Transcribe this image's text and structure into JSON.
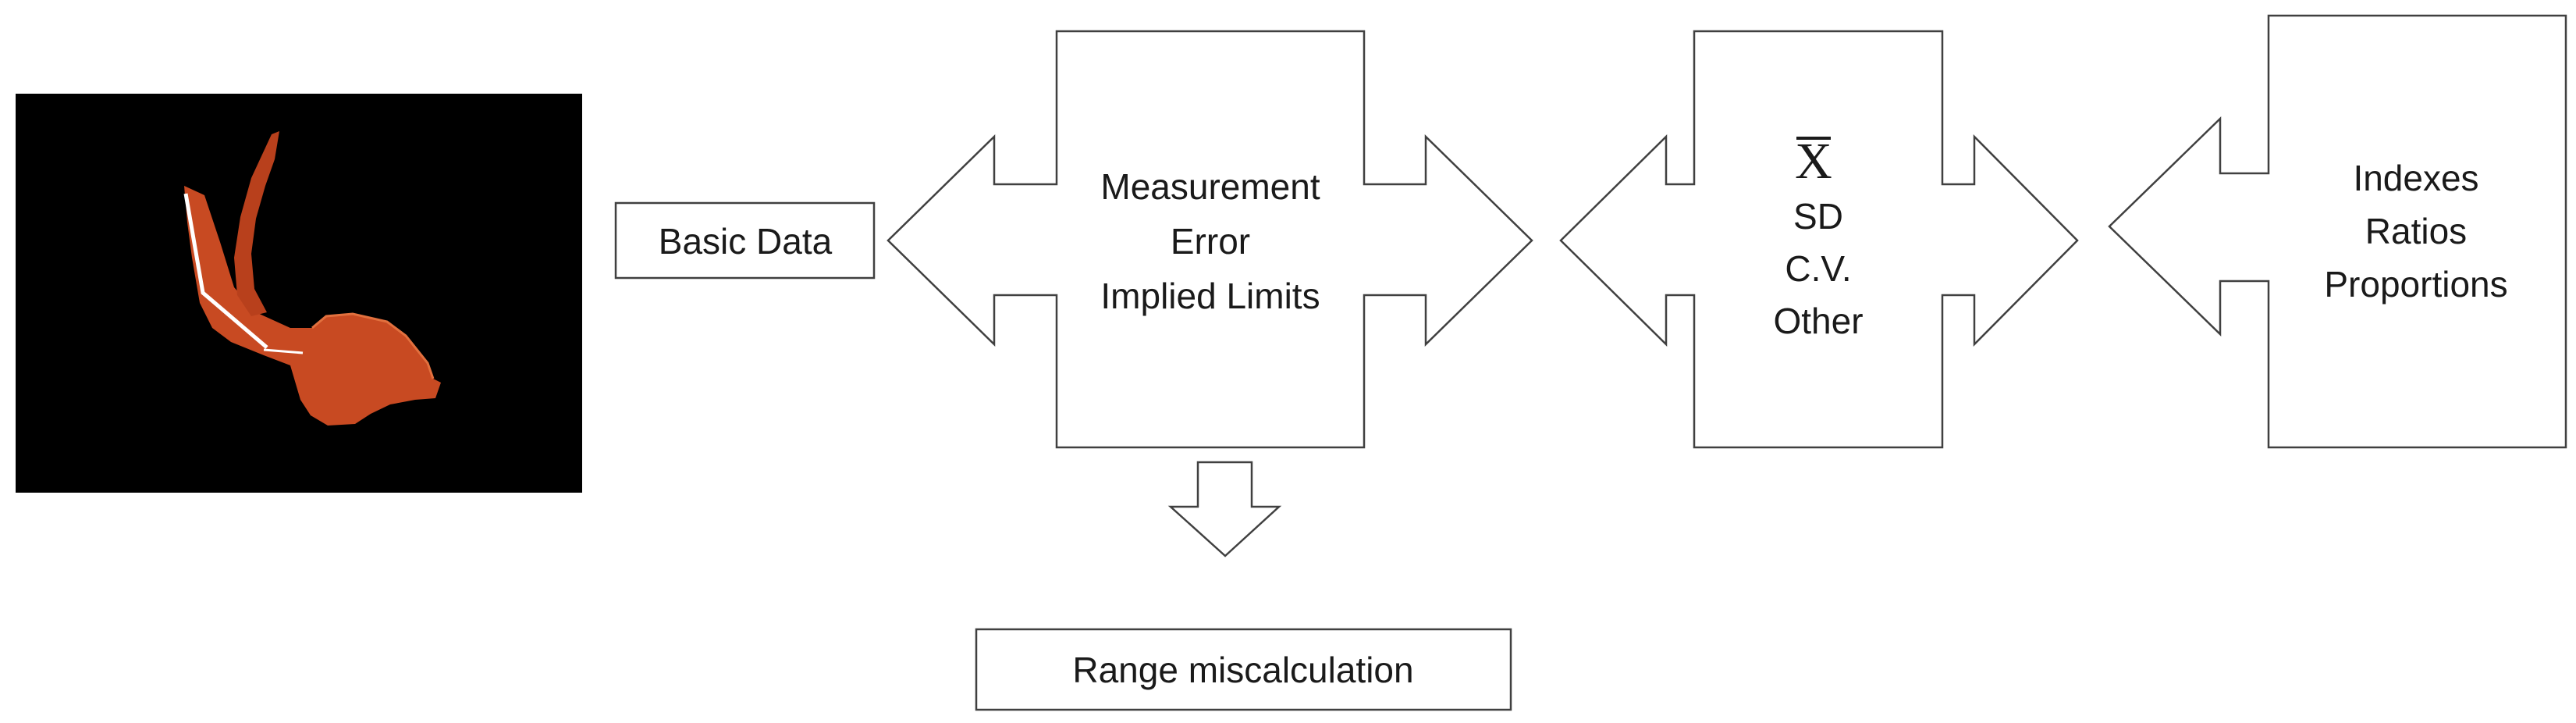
{
  "diagram": {
    "nodes": {
      "basic_data": {
        "label": "Basic Data"
      },
      "measurement": {
        "lines": [
          "Measurement",
          "Error",
          "Implied Limits"
        ]
      },
      "statistics": {
        "mean_symbol": "X",
        "lines": [
          "SD",
          "C.V.",
          "Other"
        ]
      },
      "indexes": {
        "lines": [
          "Indexes",
          "Ratios",
          "Proportions"
        ]
      },
      "range": {
        "label": "Range miscalculation"
      }
    },
    "photo": {
      "subject": "crustacean-claw-specimen"
    },
    "colors": {
      "stroke": "#404040",
      "text": "#1a1a1a",
      "photo_background": "#000000",
      "specimen": "#c84a22",
      "measure_line": "#ffffff"
    }
  }
}
